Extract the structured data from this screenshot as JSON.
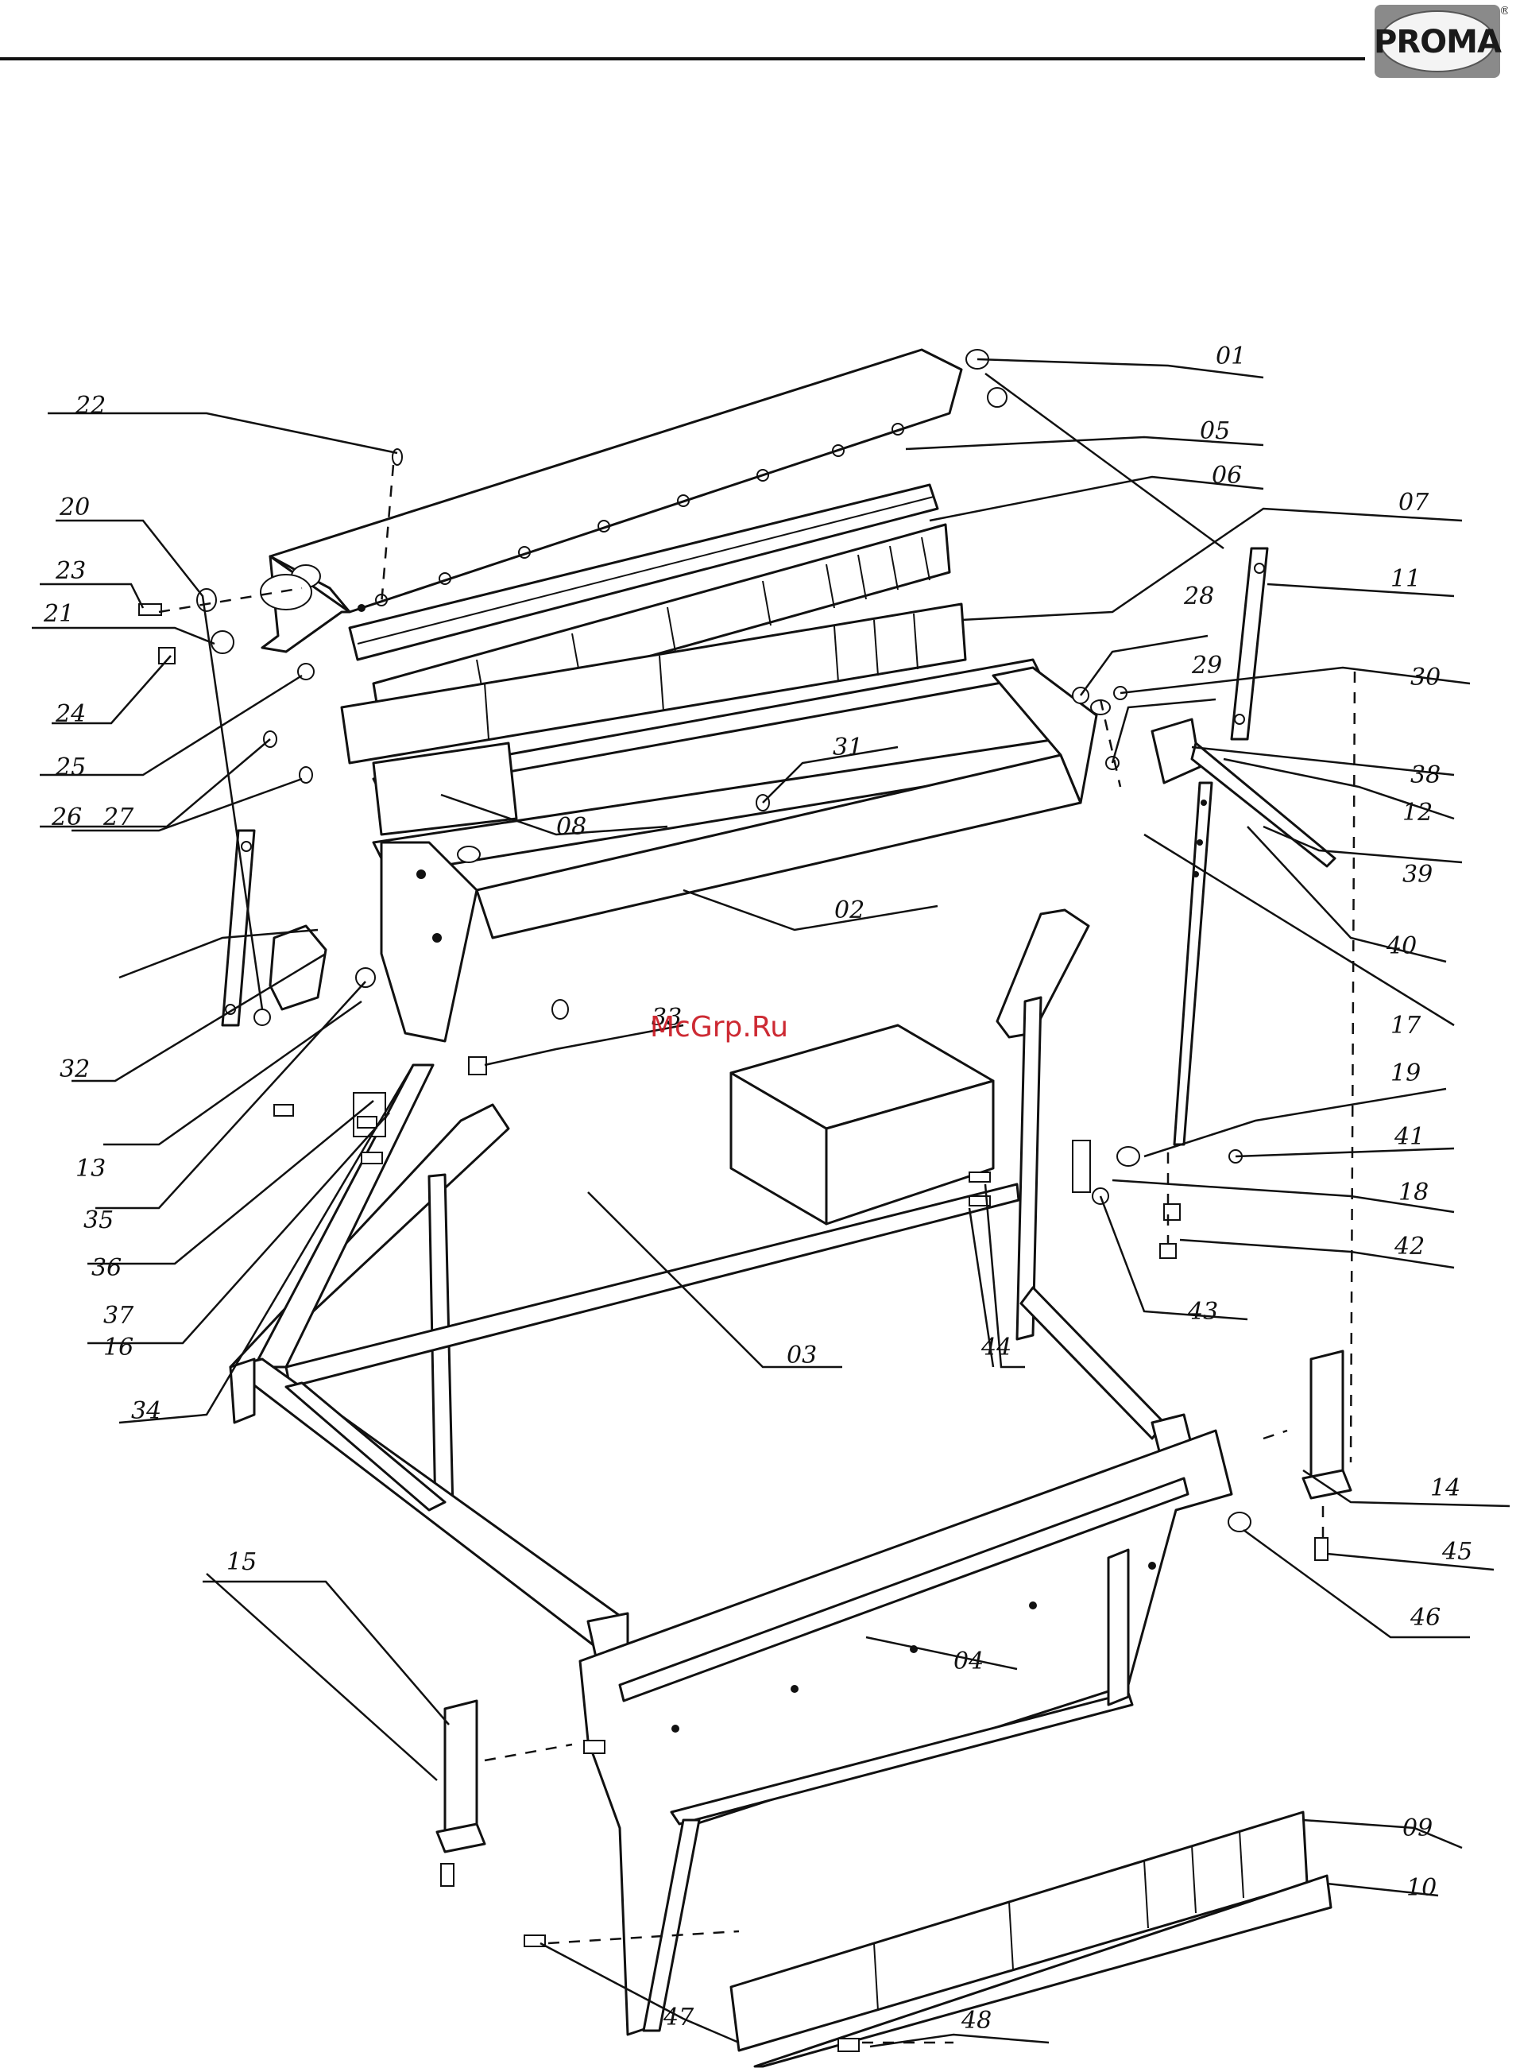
{
  "brand": {
    "name": "PROMA",
    "registered_mark": "®"
  },
  "watermark": "McGrp.Ru",
  "part_numbers": [
    "01",
    "05",
    "06",
    "07",
    "11",
    "22",
    "20",
    "23",
    "21",
    "24",
    "25",
    "26",
    "27",
    "28",
    "29",
    "30",
    "38",
    "12",
    "39",
    "31",
    "08",
    "02",
    "40",
    "17",
    "32",
    "33",
    "13",
    "19",
    "35",
    "41",
    "36",
    "18",
    "37",
    "42",
    "16",
    "43",
    "44",
    "03",
    "34",
    "14",
    "45",
    "46",
    "04",
    "09",
    "15",
    "10",
    "47",
    "48"
  ]
}
